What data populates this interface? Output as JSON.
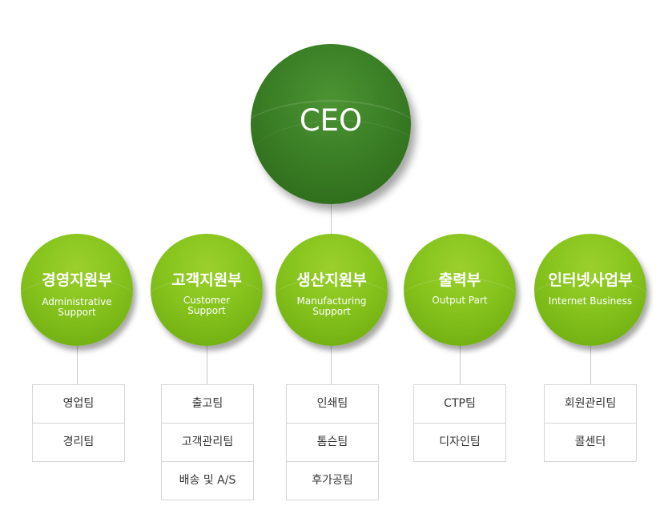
{
  "ceo": {
    "label": "CEO"
  },
  "departments": [
    {
      "name": "경영지원부",
      "sub": "Administrative\nSupport",
      "teams": [
        "영업팀",
        "경리팀"
      ]
    },
    {
      "name": "고객지원부",
      "sub": "Customer\nSupport",
      "teams": [
        "출고팀",
        "고객관리팀",
        "배송 및 A/S"
      ]
    },
    {
      "name": "생산지원부",
      "sub": "Manufacturing\nSupport",
      "teams": [
        "인쇄팀",
        "톰슨팀",
        "후가공팀"
      ]
    },
    {
      "name": "출력부",
      "sub": "Output Part",
      "teams": [
        "CTP팀",
        "디자인팀"
      ]
    },
    {
      "name": "인터넷사업부",
      "sub": "Internet Business",
      "teams": [
        "회원관리팀",
        "콜센터"
      ]
    }
  ],
  "colors": {
    "ceo": "#3b7f26",
    "department": "#86c31d",
    "connector": "#c7c7c7",
    "team_border": "#d6d6d6",
    "team_text": "#333333"
  }
}
